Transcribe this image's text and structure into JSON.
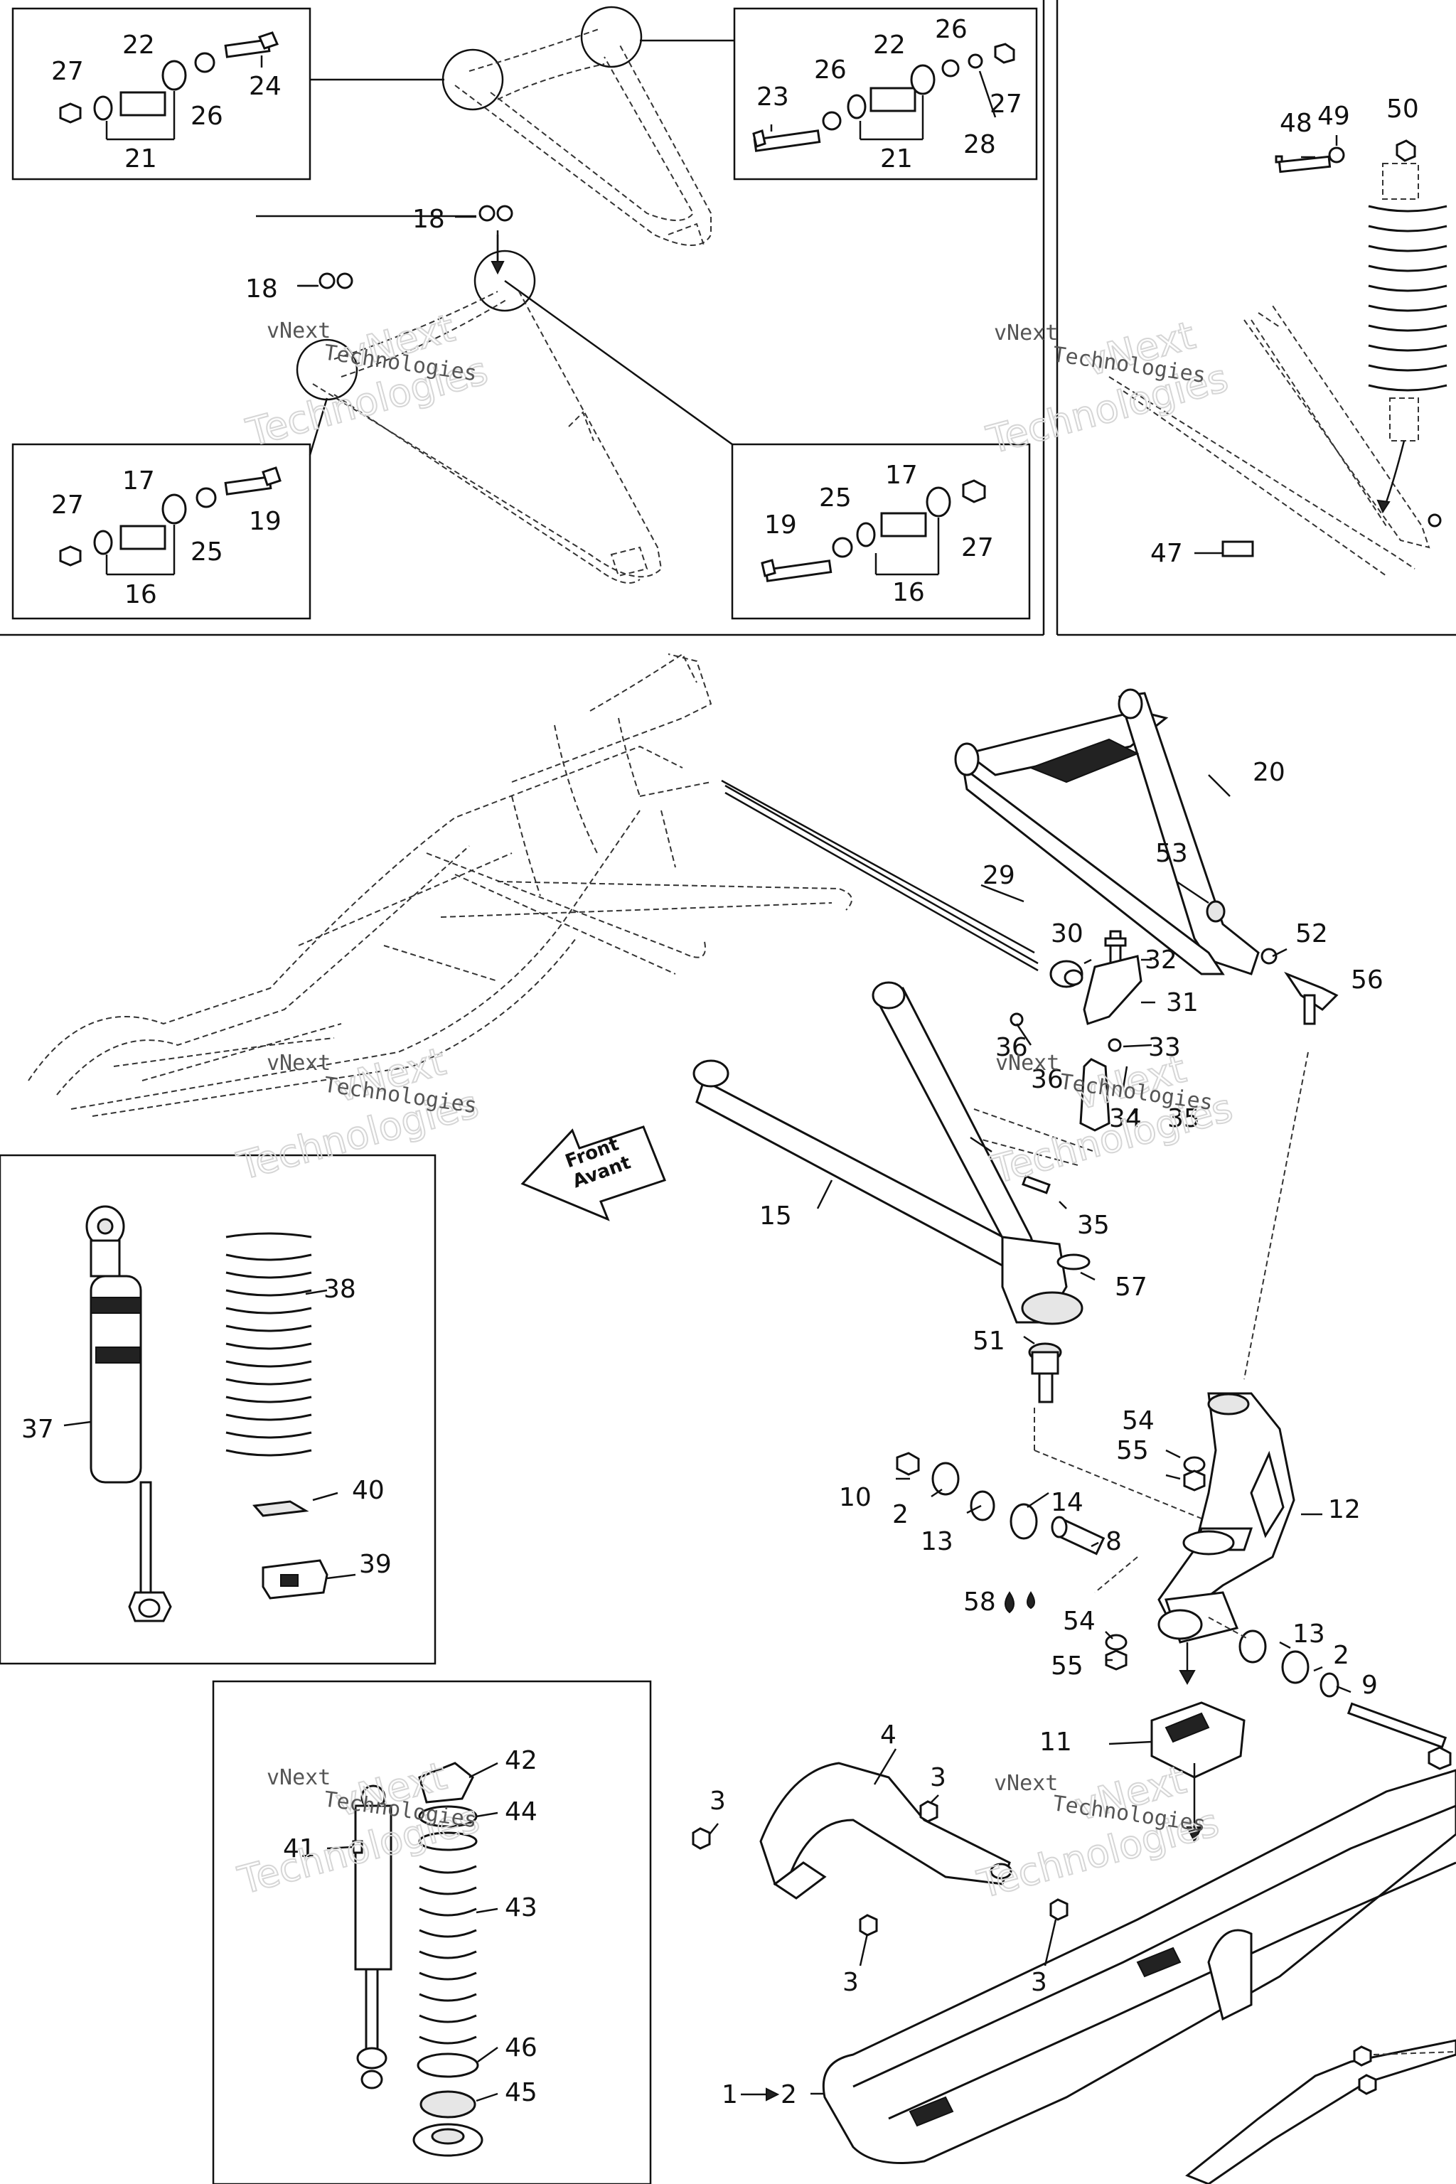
{
  "watermark": {
    "line1": "vNext",
    "line2": "Technologies",
    "line3": "Technologies"
  },
  "front_arrow": {
    "line1": "Front",
    "line2": "Avant"
  },
  "callouts": {
    "c27a": "27",
    "c22a": "22",
    "c24a": "24",
    "c26a": "26",
    "c21a": "21",
    "c26b": "26",
    "c22b": "22",
    "c26c": "26",
    "c23a": "23",
    "c27b": "27",
    "c28a": "28",
    "c21b": "21",
    "c48": "48",
    "c49": "49",
    "c50": "50",
    "c47": "47",
    "c18a": "18",
    "c18b": "18",
    "c27c": "27",
    "c17a": "17",
    "c19a": "19",
    "c25a": "25",
    "c16a": "16",
    "c17b": "17",
    "c25b": "25",
    "c19b": "19",
    "c27d": "27",
    "c16b": "16",
    "c20": "20",
    "c29": "29",
    "c53": "53",
    "c52": "52",
    "c56": "56",
    "c30": "30",
    "c32": "32",
    "c31": "31",
    "c36a": "36",
    "c33": "33",
    "c36b": "36",
    "c34": "34",
    "c35a": "35",
    "c15": "15",
    "c35b": "35",
    "c57": "57",
    "c51": "51",
    "c38": "38",
    "c37": "37",
    "c40": "40",
    "c39": "39",
    "c54a": "54",
    "c55a": "55",
    "c12": "12",
    "c10": "10",
    "c2a": "2",
    "c14": "14",
    "c13a": "13",
    "c8": "8",
    "c58": "58",
    "c54b": "54",
    "c55b": "55",
    "c13b": "13",
    "c2b": "2",
    "c9": "9",
    "c11": "11",
    "c4": "4",
    "c3a": "3",
    "c3b": "3",
    "c3c": "3",
    "c3d": "3",
    "c42": "42",
    "c44": "44",
    "c41": "41",
    "c43": "43",
    "c46": "46",
    "c45": "45",
    "c1": "1",
    "c2c": "2"
  }
}
